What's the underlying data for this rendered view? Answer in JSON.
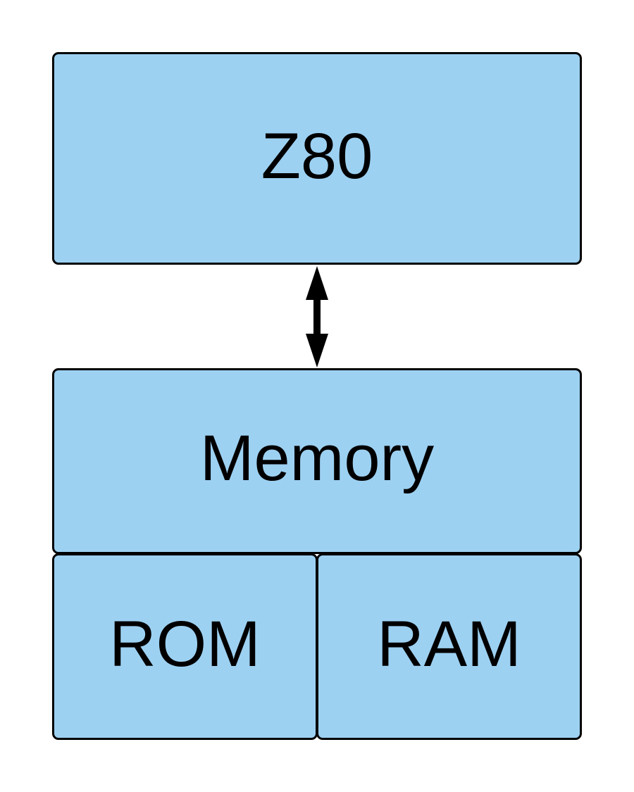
{
  "diagram": {
    "cpu": {
      "label": "Z80"
    },
    "memory": {
      "label": "Memory",
      "rom": {
        "label": "ROM"
      },
      "ram": {
        "label": "RAM"
      }
    },
    "bus": {
      "direction": "bidirectional"
    },
    "colors": {
      "box_fill": "#9DD1F2",
      "border": "#000000",
      "text": "#000000",
      "arrow": "#000000"
    }
  }
}
